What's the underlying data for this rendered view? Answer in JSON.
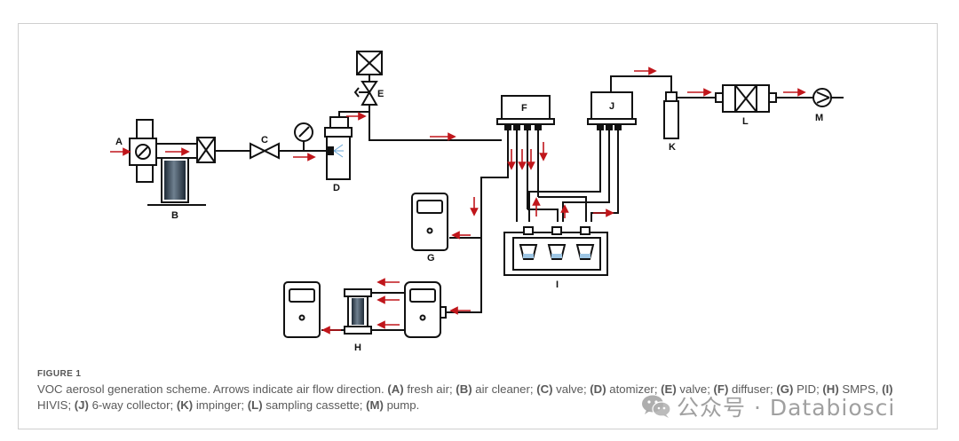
{
  "figure": {
    "label": "FIGURE 1",
    "caption": [
      {
        "text": "VOC aerosol generation scheme. Arrows indicate air flow direction. "
      },
      {
        "text": "(A)",
        "bold": true
      },
      {
        "text": " fresh air; "
      },
      {
        "text": "(B)",
        "bold": true
      },
      {
        "text": " air cleaner; "
      },
      {
        "text": "(C)",
        "bold": true
      },
      {
        "text": " valve; "
      },
      {
        "text": "(D)",
        "bold": true
      },
      {
        "text": " atomizer; "
      },
      {
        "text": "(E)",
        "bold": true
      },
      {
        "text": " valve; "
      },
      {
        "text": "(F)",
        "bold": true
      },
      {
        "text": " diffuser; "
      },
      {
        "text": "(G)",
        "bold": true
      },
      {
        "text": " PID; "
      },
      {
        "text": "(H)",
        "bold": true
      },
      {
        "text": " SMPS, "
      },
      {
        "text": "(I)",
        "bold": true
      },
      {
        "text": " HIVIS; "
      },
      {
        "text": "(J)",
        "bold": true
      },
      {
        "text": " 6-way collector; "
      },
      {
        "text": "(K)",
        "bold": true
      },
      {
        "text": " impinger; "
      },
      {
        "text": "(L)",
        "bold": true
      },
      {
        "text": " sampling cassette; "
      },
      {
        "text": "(M)",
        "bold": true
      },
      {
        "text": " pump."
      }
    ]
  },
  "diagram": {
    "labels": {
      "A": "A",
      "B": "B",
      "C": "C",
      "D": "D",
      "E": "E",
      "F": "F",
      "G": "G",
      "H": "H",
      "I": "I",
      "J": "J",
      "K": "K",
      "L": "L",
      "M": "M"
    },
    "colors": {
      "line": "#111111",
      "arrow": "#c0161b",
      "glass": "#2b3a4a"
    }
  },
  "watermark": {
    "icon": "wechat-icon",
    "text": "公众号 · Databiosci"
  }
}
